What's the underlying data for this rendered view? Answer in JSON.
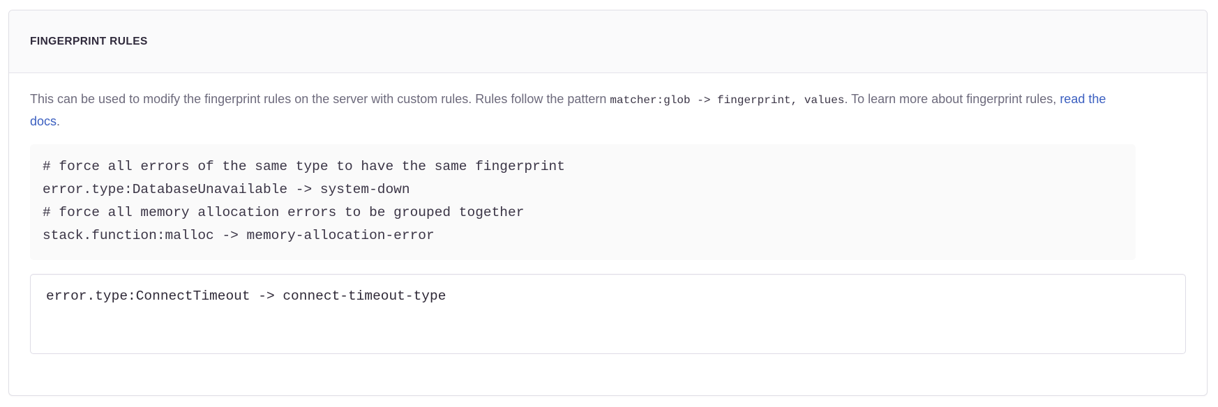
{
  "panel": {
    "title": "FINGERPRINT RULES",
    "description": {
      "part1": "This can be used to modify the fingerprint rules on the server with custom rules. Rules follow the pattern ",
      "code1": "matcher:glob -> fingerprint, values",
      "part2": ". To learn more about fingerprint rules, ",
      "link_text": "read the docs",
      "part3": "."
    },
    "example_code": "# force all errors of the same type to have the same fingerprint\nerror.type:DatabaseUnavailable -> system-down\n# force all memory allocation errors to be grouped together\nstack.function:malloc -> memory-allocation-error",
    "textarea": {
      "value": "error.type:ConnectTimeout -> connect-timeout-type",
      "placeholder": "error.type:ConnectTimeout -> connect-timeout-type"
    }
  },
  "colors": {
    "panel_border": "#e0dfe6",
    "header_bg": "#fafafb",
    "title_text": "#302a3c",
    "body_text": "#6d6a7c",
    "link": "#3b5fc0",
    "code_bg": "#fafafa",
    "code_text": "#3b3546",
    "input_border": "#dedce6"
  }
}
